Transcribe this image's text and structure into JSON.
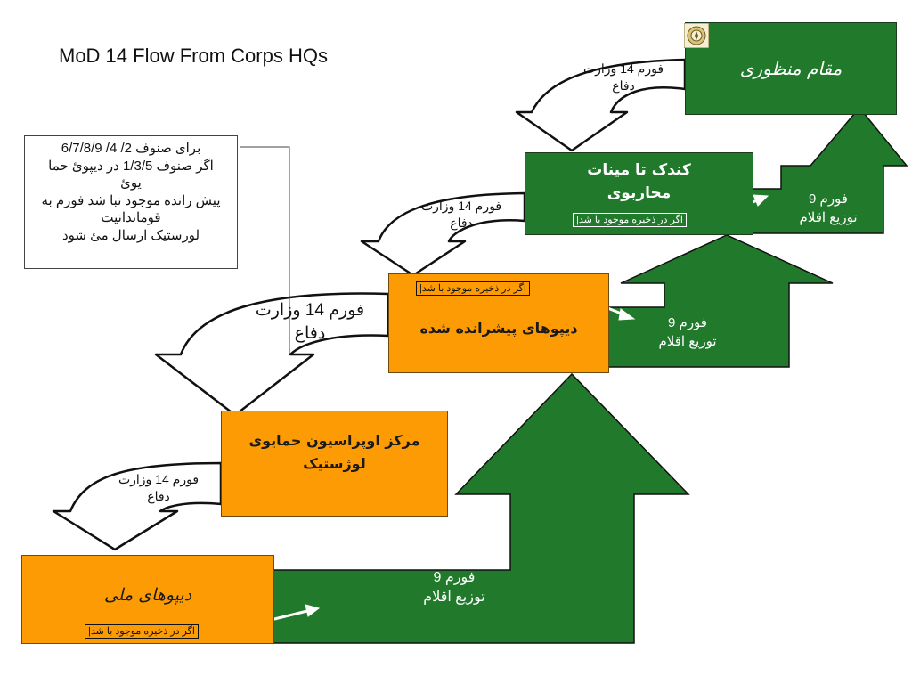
{
  "title": "MoD 14 Flow From Corps HQs",
  "note_lines": [
    "برای صنوف 2/ 4/ 6/7/8/9",
    "اگر صنوف 1/3/5 در دیپوئ حما",
    "یوئ",
    "پیش رانده  موجود نبا شد فورم به",
    "قوماندانیت",
    "لورستیک ارسال مئ شود"
  ],
  "boxes": {
    "top": {
      "label": "مقام منظوری"
    },
    "corps": {
      "line1": "کندک تا مینات",
      "line2": "محاربوی",
      "stock_note": "اگر در ذخیره موجود با شد|"
    },
    "forward": {
      "label": "دیپوهای پیشرانده شده",
      "stock_note": "اگر در ذخیره موجود با شد|"
    },
    "logistics": {
      "line1": "مرکز اوپراسیون حمایوی",
      "line2": "لوژستیک"
    },
    "national": {
      "label": "دیپوهای ملی",
      "stock_note": "اگر در ذخیره موجود با شد|"
    }
  },
  "form14": {
    "top": {
      "line1": "فورم 14 وزارت",
      "line2": "دفاع"
    },
    "corps": {
      "line1": "فورم 14 وزارت",
      "line2": "دفاع"
    },
    "forward": {
      "line1": "فورم 14 وزارت",
      "line2": "دفاع"
    },
    "logistics": {
      "line1": "فورم 14 وزارت",
      "line2": "دفاع"
    }
  },
  "form9": {
    "bottom": {
      "line1": "فورم 9",
      "line2": "توزیع اقلام"
    },
    "middle": {
      "line1": "فورم 9",
      "line2": "توزیع اقلام"
    },
    "top": {
      "line1": "فورم 9",
      "line2": "توزیع اقلام"
    }
  },
  "colors": {
    "green": "#217a2b",
    "orange": "#fd9b05",
    "white": "#ffffff"
  },
  "icons": {
    "seal": "emblem-icon"
  }
}
